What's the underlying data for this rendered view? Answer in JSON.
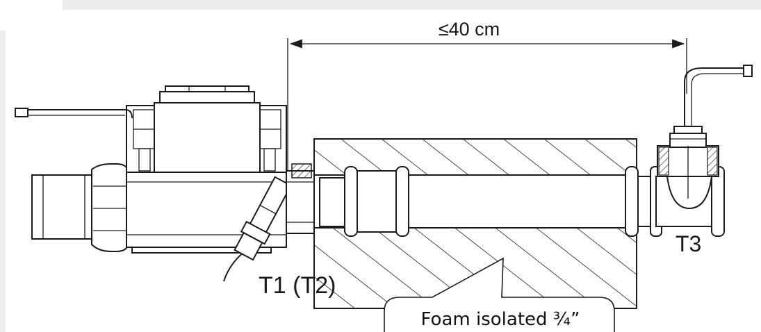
{
  "labels": {
    "dimension": "≤40 cm",
    "sensor_t1_t2": "T1 (T2)",
    "sensor_t3": "T3",
    "callout": "Foam isolated ¾”"
  }
}
